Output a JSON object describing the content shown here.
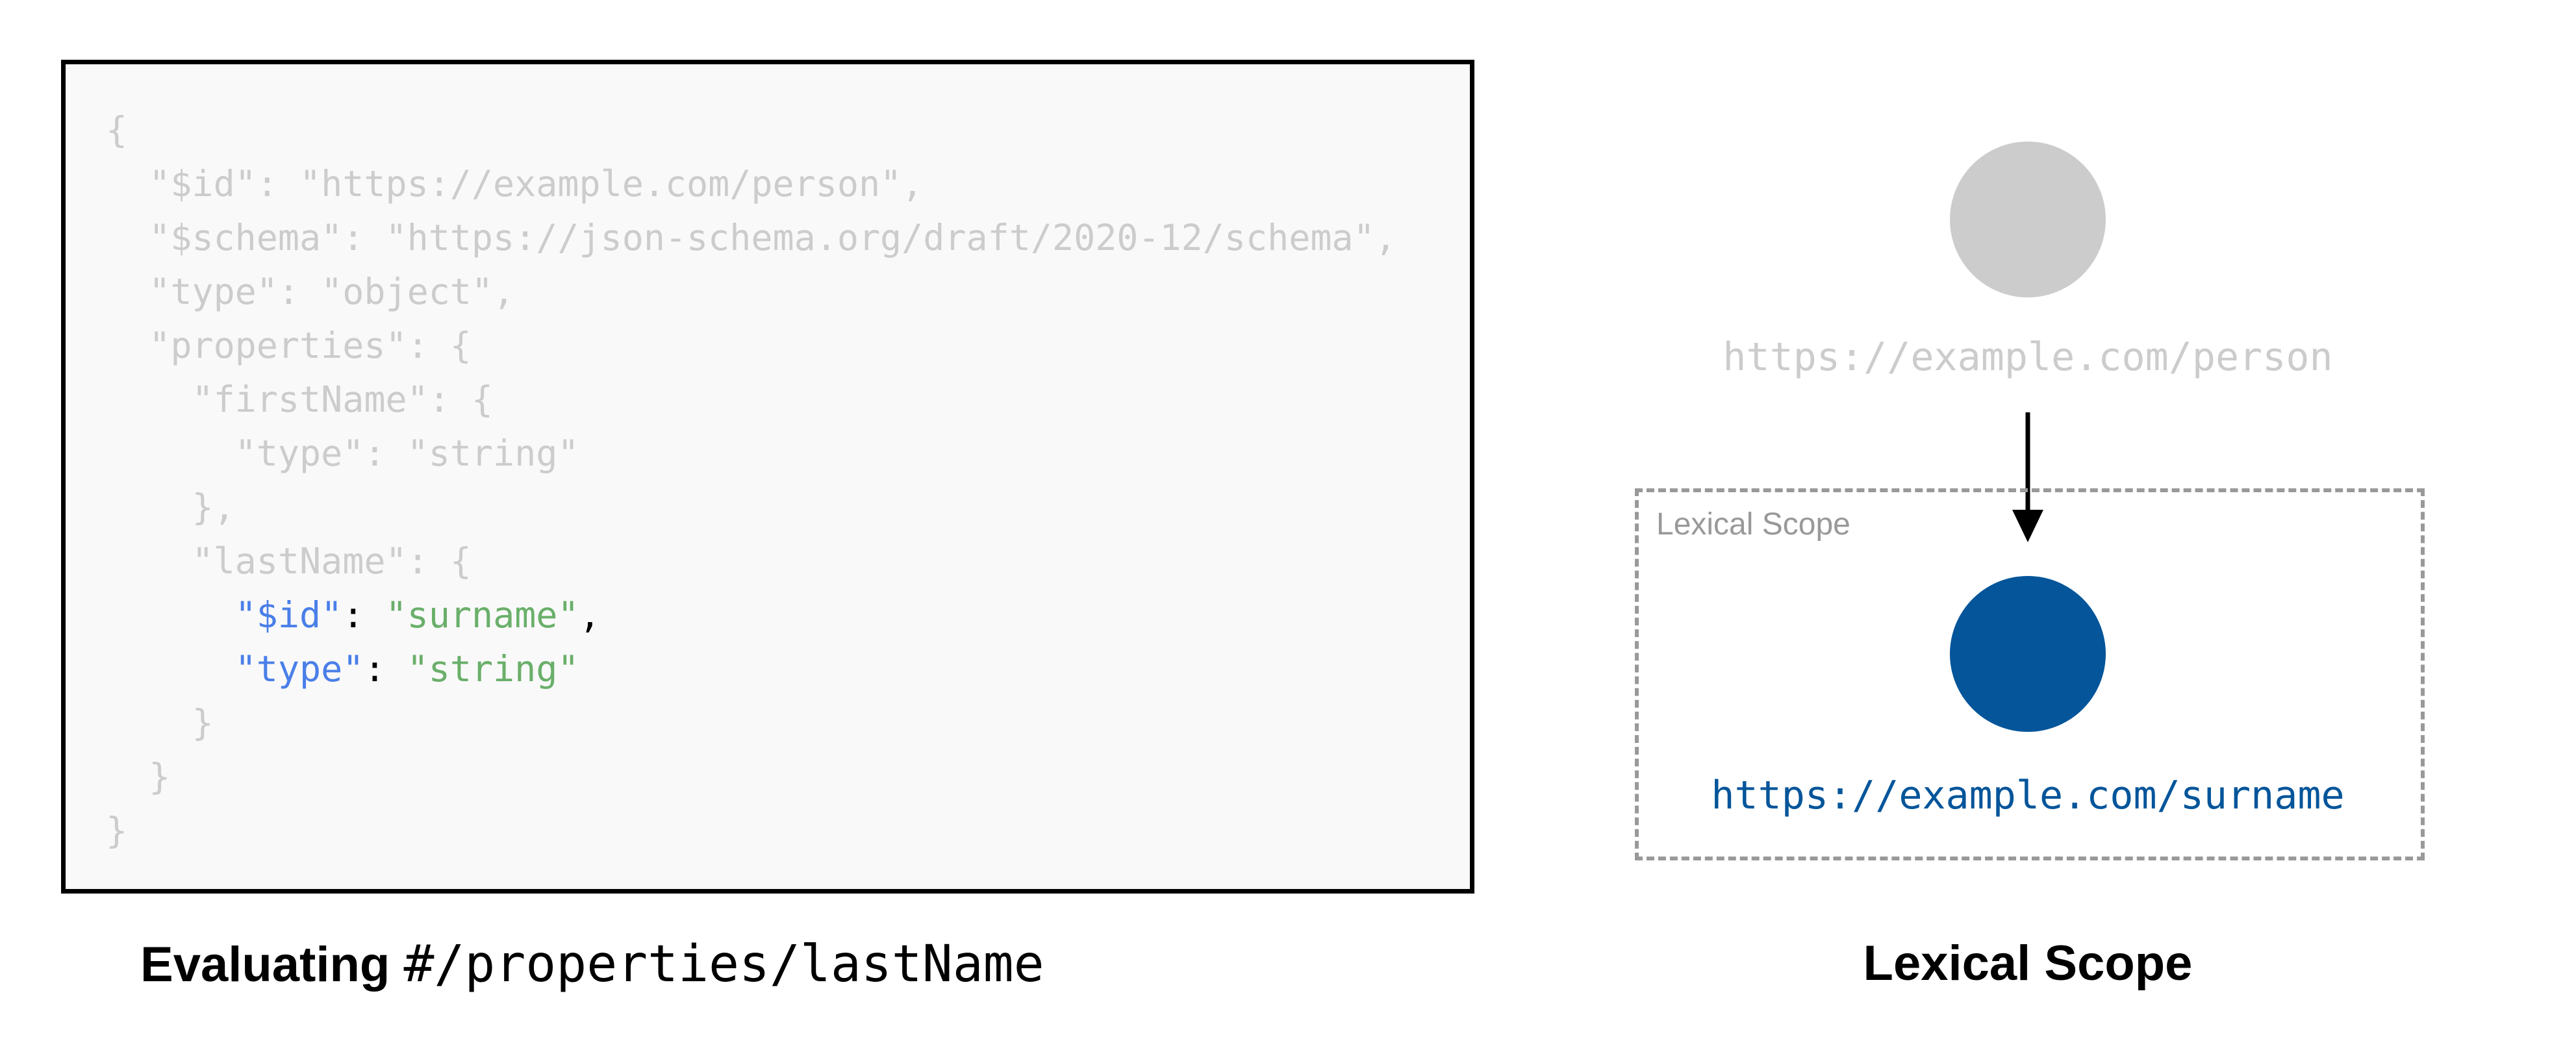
{
  "code": {
    "lines": [
      [
        {
          "t": "{",
          "c": "g"
        }
      ],
      [
        {
          "t": "  \"$id\": \"https://example.com/person\",",
          "c": "g"
        }
      ],
      [
        {
          "t": "  \"$schema\": \"https://json-schema.org/draft/2020-12/schema\",",
          "c": "g"
        }
      ],
      [
        {
          "t": "  \"type\": \"object\",",
          "c": "g"
        }
      ],
      [
        {
          "t": "  \"properties\": {",
          "c": "g"
        }
      ],
      [
        {
          "t": "    \"firstName\": {",
          "c": "g"
        }
      ],
      [
        {
          "t": "      \"type\": \"string\"",
          "c": "g"
        }
      ],
      [
        {
          "t": "    },",
          "c": "g"
        }
      ],
      [
        {
          "t": "    \"lastName\": {",
          "c": "g"
        }
      ],
      [
        {
          "t": "      ",
          "c": "g"
        },
        {
          "t": "\"$id\"",
          "c": "k"
        },
        {
          "t": ": ",
          "c": "p"
        },
        {
          "t": "\"surname\"",
          "c": "s"
        },
        {
          "t": ",",
          "c": "p"
        }
      ],
      [
        {
          "t": "      ",
          "c": "g"
        },
        {
          "t": "\"type\"",
          "c": "k"
        },
        {
          "t": ": ",
          "c": "p"
        },
        {
          "t": "\"string\"",
          "c": "s"
        }
      ],
      [
        {
          "t": "    }",
          "c": "g"
        }
      ],
      [
        {
          "t": "  }",
          "c": "g"
        }
      ],
      [
        {
          "t": "}",
          "c": "g"
        }
      ]
    ]
  },
  "caption": {
    "label": "Evaluating",
    "pointer": "#/properties/lastName"
  },
  "diagram": {
    "parent_uri": "https://example.com/person",
    "scope_label": "Lexical Scope",
    "child_uri": "https://example.com/surname",
    "title": "Lexical Scope",
    "colors": {
      "parent": "#cccccc",
      "child": "#04559a",
      "key": "#4a7fe8",
      "string": "#6aaf6a",
      "muted": "#cccccc"
    }
  }
}
